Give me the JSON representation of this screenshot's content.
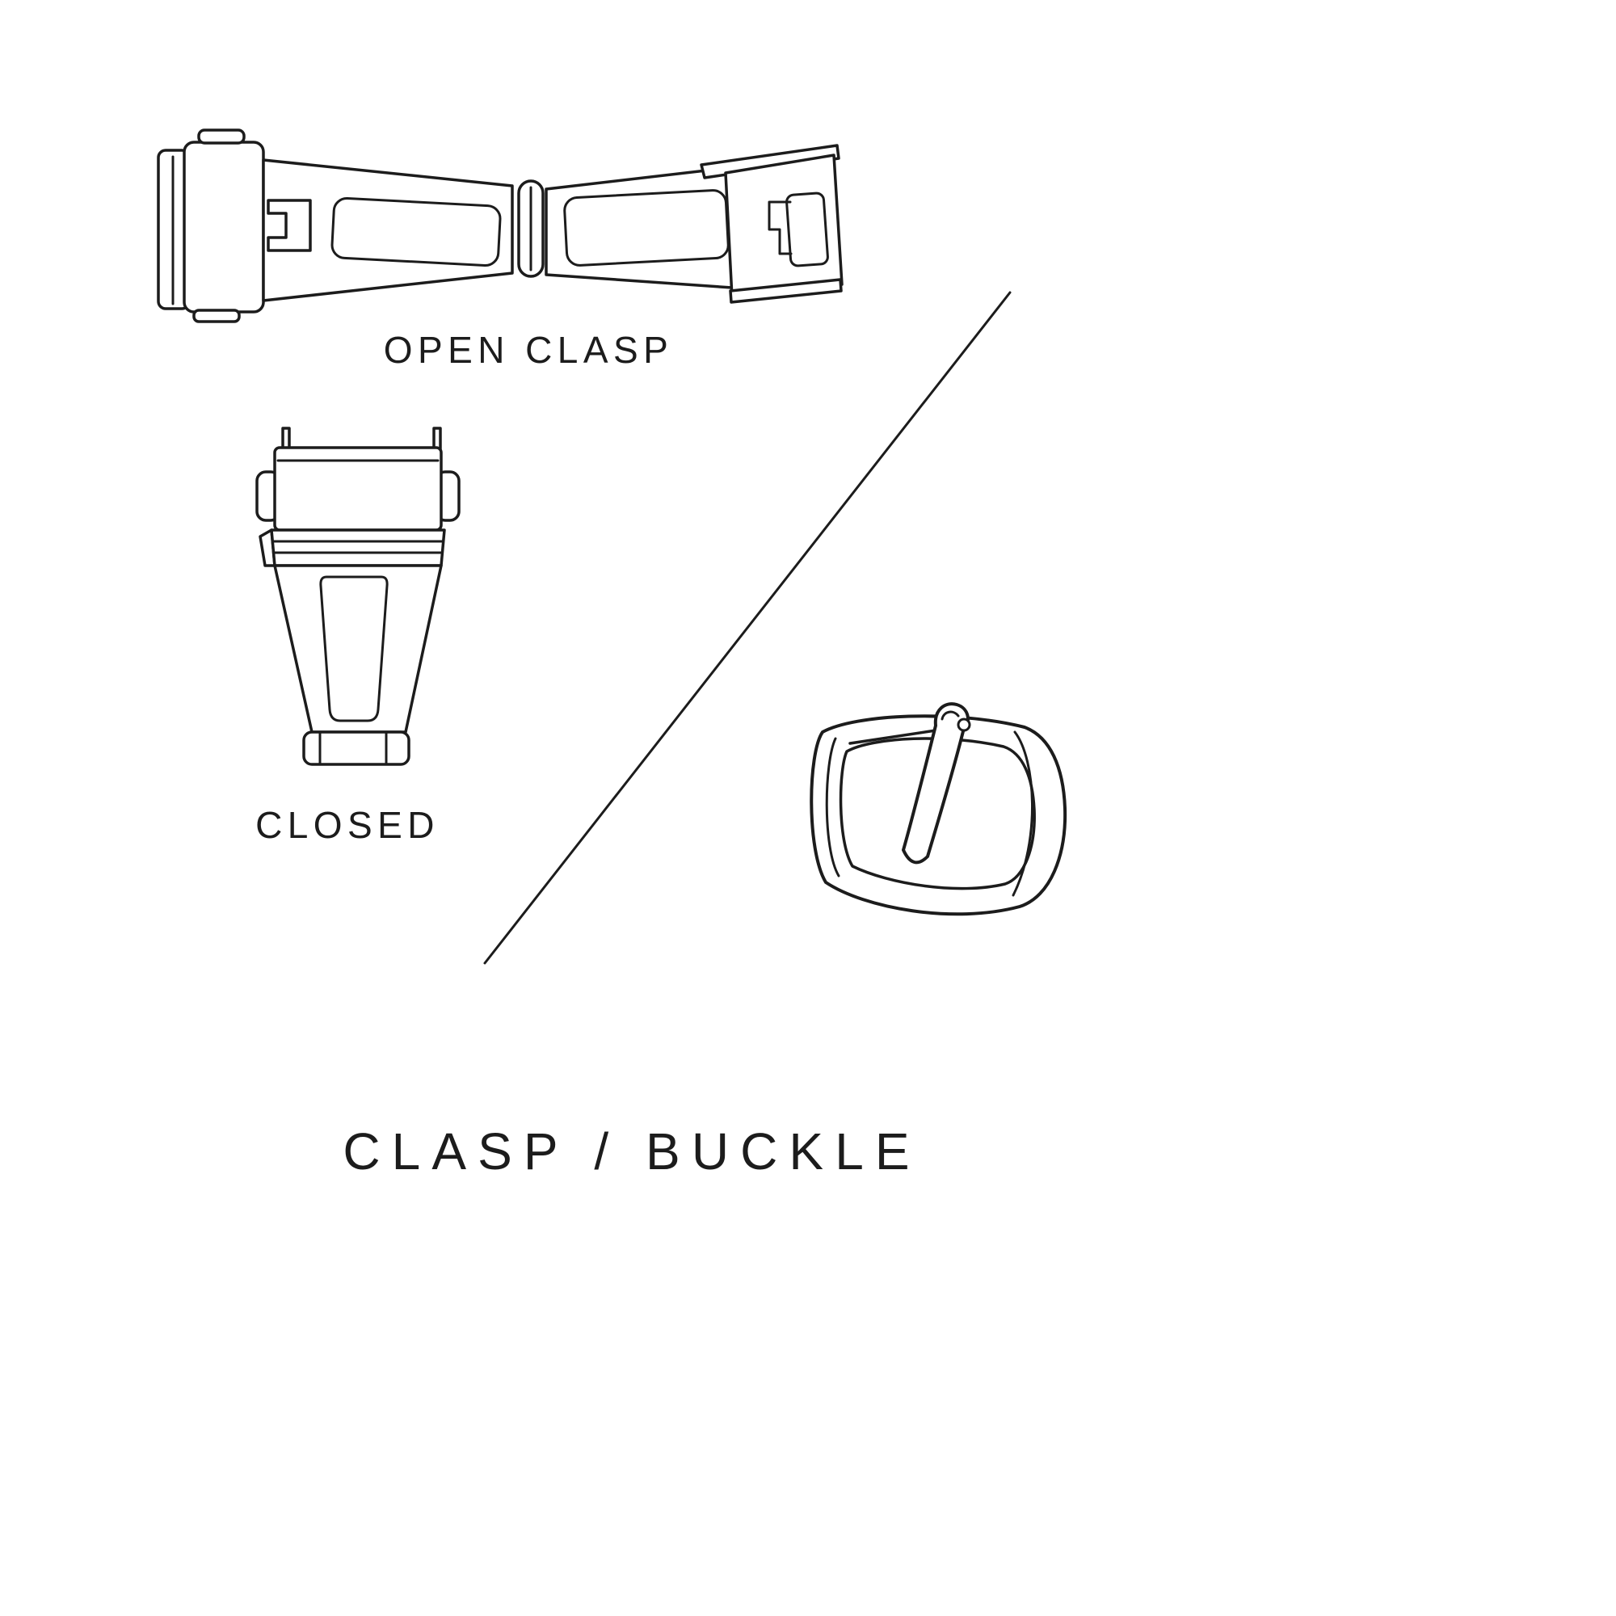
{
  "page": {
    "title": "CLASP / BUCKLE",
    "background_color": "#ffffff",
    "line_color": "#1c1c1c"
  },
  "figures": {
    "open_clasp": {
      "label": "OPEN CLASP",
      "icon": "open-deployant-clasp-illustration"
    },
    "closed_clasp": {
      "label": "CLOSED",
      "icon": "closed-clasp-illustration"
    },
    "buckle": {
      "icon": "pin-buckle-illustration"
    },
    "divider": {
      "icon": "diagonal-divider-line"
    }
  }
}
